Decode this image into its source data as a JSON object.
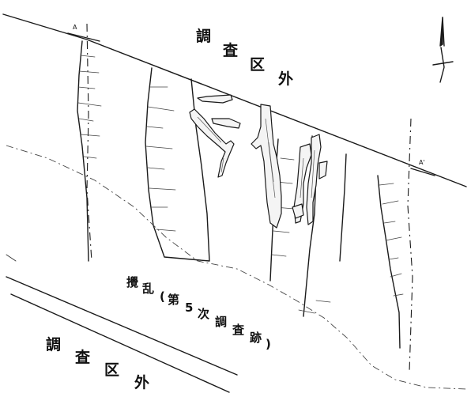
{
  "labels": {
    "outside_top": [
      "調",
      "査",
      "区",
      "外"
    ],
    "outside_bottom": [
      "調",
      "査",
      "区",
      "外"
    ],
    "disturbance": [
      "攪",
      "乱",
      "(",
      "第",
      "5",
      "次",
      "調",
      "査",
      "跡",
      ")"
    ],
    "section_a": "A",
    "section_a_prime": "A'"
  },
  "colors": {
    "ink": "#1a1a1a",
    "paper": "#ffffff",
    "wood_fill": "#f4f4f4"
  },
  "icons": {
    "north_arrow": "north-arrow-icon"
  }
}
